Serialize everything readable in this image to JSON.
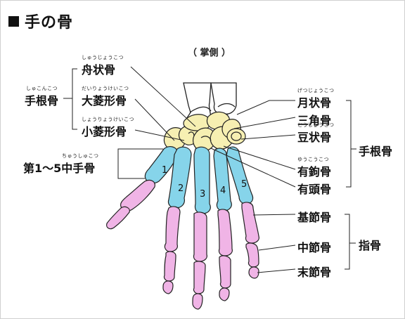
{
  "title": "手の骨",
  "view_label": "（ 掌側 ）",
  "left_labels": {
    "scaphoid": {
      "text": "舟状骨",
      "furigana": "しゅうじょうこつ"
    },
    "carpals_group": {
      "text": "手根骨",
      "furigana": "しゅこんこつ"
    },
    "trapezium": {
      "text": "大菱形骨",
      "furigana": "だいりょうけいこつ"
    },
    "trapezoid": {
      "text": "小菱形骨",
      "furigana": "しょうりょうけいこつ"
    },
    "metacarpals": {
      "text": "第1～5中手骨",
      "furigana": "ちゅうしゅこつ"
    }
  },
  "right_labels": {
    "lunate": {
      "text": "月状骨",
      "furigana": "げつじょうこつ"
    },
    "triquetrum": {
      "text": "三角骨"
    },
    "pisiform": {
      "text": "豆状骨",
      "furigana": "とうじょうこつ"
    },
    "hamate": {
      "text": "有鉤骨",
      "furigana": "ゆうこうこつ"
    },
    "capitate": {
      "text": "有頭骨"
    },
    "carpals_group": {
      "text": "手根骨"
    },
    "proximal_phalanx": {
      "text": "基節骨"
    },
    "middle_phalanx": {
      "text": "中節骨"
    },
    "distal_phalanx": {
      "text": "末節骨"
    },
    "phalanges_group": {
      "text": "指骨"
    }
  },
  "metacarpal_numbers": [
    "1",
    "2",
    "3",
    "4",
    "5"
  ],
  "colors": {
    "carpal": "#f6efb2",
    "metacarpal": "#86d4ea",
    "phalanx": "#f0b4e6",
    "forearm": "#ffffff",
    "outline": "#222222"
  }
}
